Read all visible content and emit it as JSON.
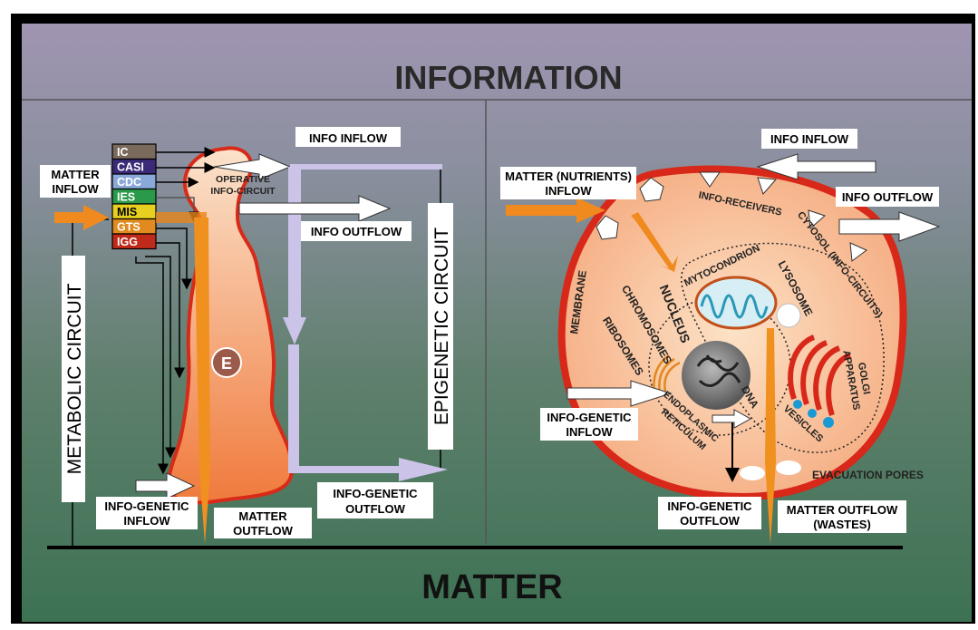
{
  "header": {
    "title": "INFORMATION"
  },
  "footer": {
    "title": "MATTER"
  },
  "left": {
    "legend": [
      {
        "code": "IC",
        "color": "#7a6a5c"
      },
      {
        "code": "CASI",
        "color": "#3b2a78"
      },
      {
        "code": "CDC",
        "color": "#8aa8d8"
      },
      {
        "code": "IES",
        "color": "#2a9a4a"
      },
      {
        "code": "MIS",
        "color": "#e8d020"
      },
      {
        "code": "GTS",
        "color": "#e08a20"
      },
      {
        "code": "IGG",
        "color": "#c02a1a"
      }
    ],
    "matter_inflow": [
      "MATTER",
      "INFLOW"
    ],
    "operative": [
      "OPERATIVE",
      "INFO-CIRCUIT"
    ],
    "info_inflow": "INFO INFLOW",
    "info_outflow": "INFO OUTFLOW",
    "metabolic_circuit": "METABOLIC CIRCUIT",
    "epigenetic_circuit": "EPIGENETIC CIRCUIT",
    "e_label": "E",
    "info_genetic_inflow": [
      "INFO-GENETIC",
      "INFLOW"
    ],
    "matter_outflow": [
      "MATTER",
      "OUTFLOW"
    ],
    "info_genetic_outflow": [
      "INFO-GENETIC",
      "OUTFLOW"
    ]
  },
  "right": {
    "matter_inflow": [
      "MATTER (NUTRIENTS)",
      "INFLOW"
    ],
    "info_inflow": "INFO INFLOW",
    "info_outflow": "INFO OUTFLOW",
    "info_receivers": "INFO-RECEIVERS",
    "cytosol": "CYTOSOL (INFO-CIRCUITS)",
    "membrane": "MEMBRANE",
    "nucleus": "NUCLEUS",
    "chromosomes": "CHROMOSOMES",
    "ribosomes": "RIBOSOMES",
    "mytocondrion": "MYTOCONDRION",
    "lysosome": "LYSOSOME",
    "golgi": [
      "GOLGI",
      "APPARATUS"
    ],
    "vesicles": "VESICLES",
    "dna": "DNA",
    "er": [
      "ENDOPLASMIC",
      "RETICULUM"
    ],
    "info_genetic_inflow": [
      "INFO-GENETIC",
      "INFLOW"
    ],
    "info_genetic_outflow": [
      "INFO-GENETIC",
      "OUTFLOW"
    ],
    "evacuation_pores": "EVACUATION PORES",
    "matter_outflow": [
      "MATTER OUTFLOW",
      "(WASTES)"
    ]
  }
}
